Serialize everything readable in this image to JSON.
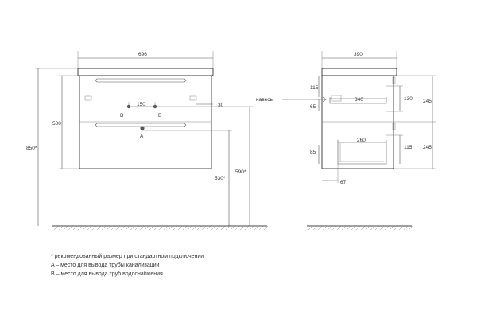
{
  "colors": {
    "line": "#333333",
    "dim": "#555555",
    "ground": "#444444",
    "text": "#333333"
  },
  "front": {
    "width": "696",
    "height_body": "500",
    "height_total": "850*",
    "height_530": "530*",
    "height_590": "590*",
    "pipe_spacing": "150",
    "side_offset": "30",
    "label_b_left": "B",
    "label_b_right": "B",
    "label_a": "A"
  },
  "side": {
    "depth": "390",
    "hanging_label": "навесы",
    "d115_top": "115",
    "d65": "65",
    "d340": "340",
    "d130": "130",
    "d245_top": "245",
    "d260": "260",
    "d85": "85",
    "d115_bottom": "115",
    "d245_bottom": "245",
    "d67": "67"
  },
  "notes": [
    "* рекомендованный размер при стандартном подключении",
    "A – место для вывода трубы канализации",
    "B – место для вывода труб водоснабжения"
  ]
}
